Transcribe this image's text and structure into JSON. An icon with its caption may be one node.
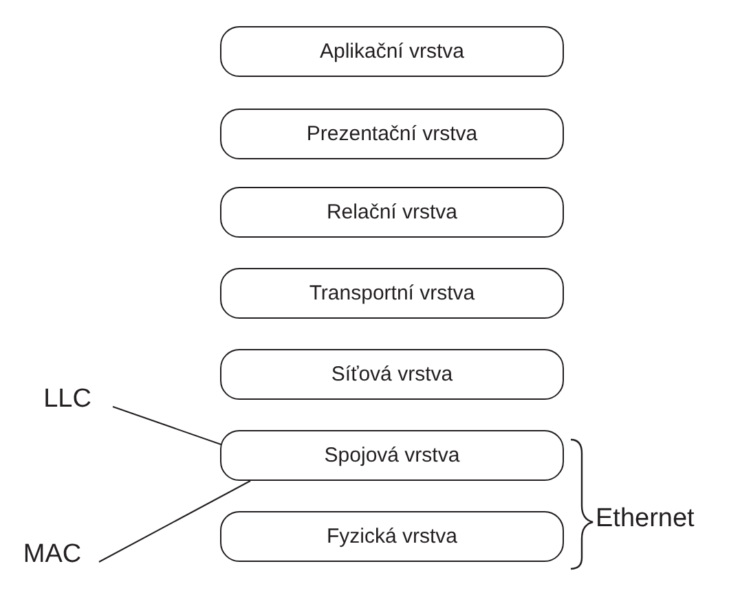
{
  "diagram": {
    "nodes": [
      {
        "text": [
          "Aplikační vrstva"
        ]
      },
      {
        "text": [
          "Prezentační vrstva"
        ]
      },
      {
        "text": [
          "Relační vrstva"
        ]
      },
      {
        "text": [
          "Transportní vrstva"
        ]
      },
      {
        "text": [
          "Síťová vrstva"
        ]
      },
      {
        "text": [
          "Spojová vrstva"
        ]
      },
      {
        "text": [
          "Fyzická vrstva"
        ]
      },
      {
        "text": [
          "LLC"
        ]
      },
      {
        "text": [
          "MAC"
        ]
      }
    ],
    "edges": [
      {
        "from": 7,
        "to": 5,
        "arrow": "none"
      },
      {
        "from": 8,
        "to": 5,
        "arrow": "none"
      }
    ],
    "labels": [
      "Ethernet"
    ]
  }
}
